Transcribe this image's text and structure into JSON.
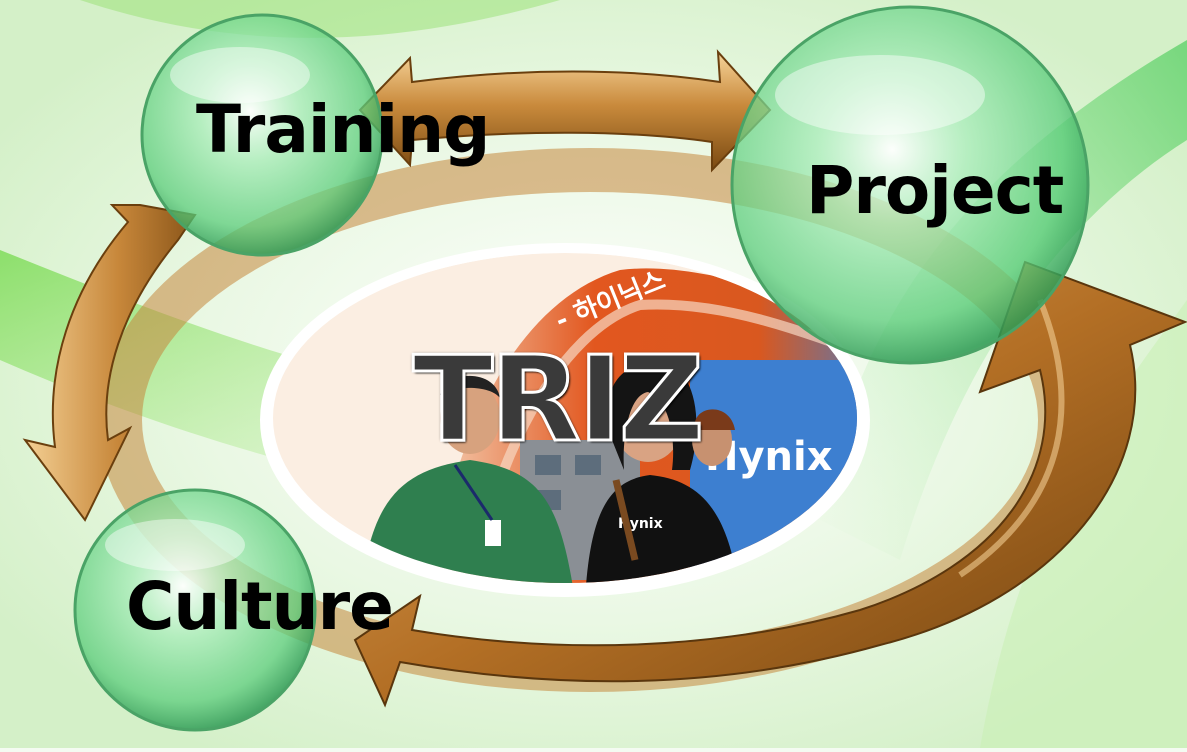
{
  "diagram": {
    "center_title": "TRIZ",
    "nodes": [
      {
        "id": "training",
        "label": "Training"
      },
      {
        "id": "project",
        "label": "Project"
      },
      {
        "id": "culture",
        "label": "Culture"
      }
    ],
    "photo_sign_text": "- 하이닉스",
    "shirt_text": "Hynix",
    "badge_text": "Hynix",
    "colors": {
      "circle_green": "#6fd38a",
      "arrow_brown": "#b8772a",
      "arrow_light": "#f1c27c",
      "background_green": "#8be06a",
      "photo_orange": "#e2571f",
      "photo_blue": "#3d7fd0"
    }
  }
}
